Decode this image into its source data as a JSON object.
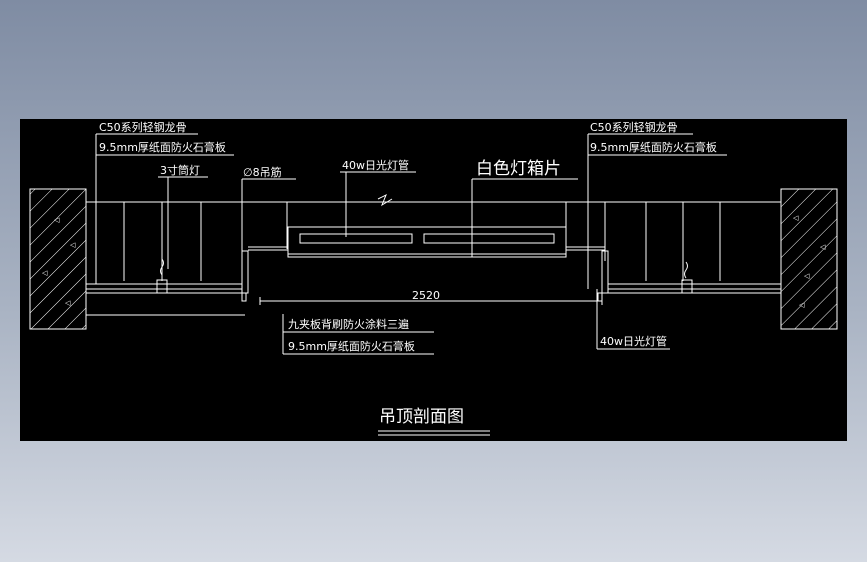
{
  "labels": {
    "left_keel": "C50系列轻钢龙骨",
    "left_gypsum": "9.5mm厚纸面防火石膏板",
    "downlight": "3寸筒灯",
    "rod": "∅8吊筋",
    "tube_top": "40w日光灯管",
    "white_box": "白色灯箱片",
    "right_keel": "C50系列轻钢龙骨",
    "right_gypsum": "9.5mm厚纸面防火石膏板",
    "dimension": "2520",
    "plywood": "九夹板背刷防火涂料三遍",
    "bottom_gypsum": "9.5mm厚纸面防火石膏板",
    "tube_bottom": "40w日光灯管",
    "title": "吊顶剖面图"
  },
  "colors": {
    "background": "#000000",
    "line": "#ffffff",
    "desktop_top": "#7f8ca3",
    "desktop_bottom": "#d5dae3"
  }
}
